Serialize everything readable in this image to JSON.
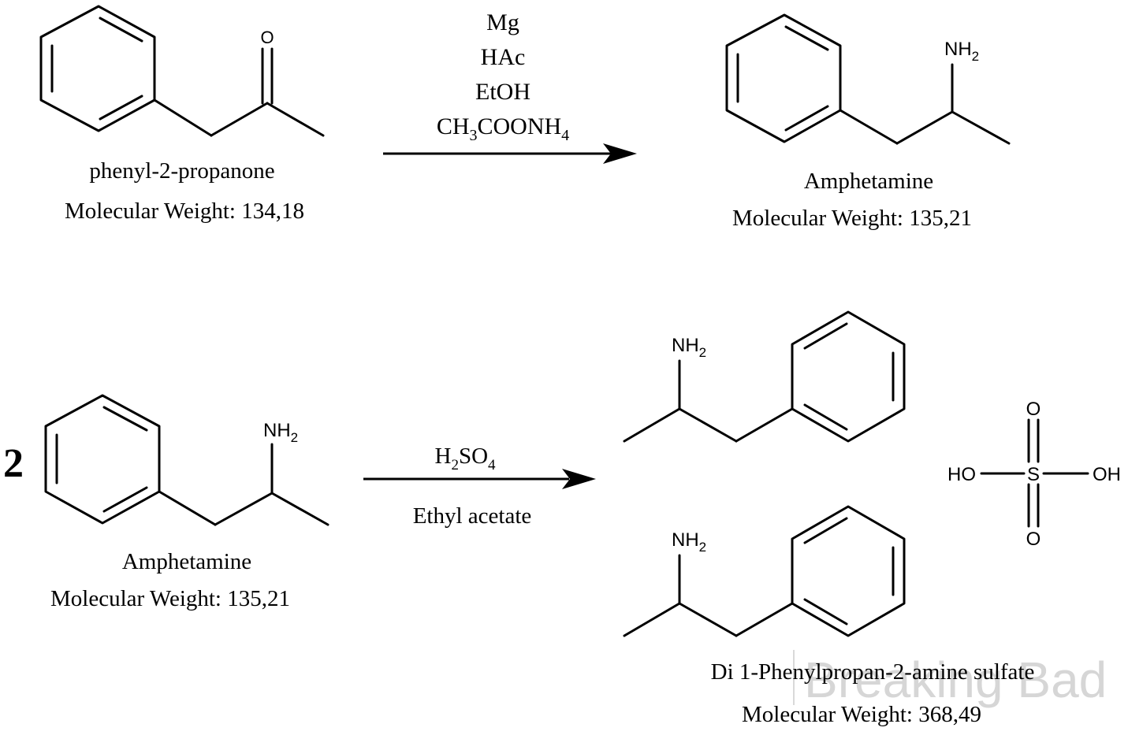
{
  "reaction1": {
    "reagents": [
      "Mg",
      "HAc",
      "EtOH"
    ],
    "reagent4": {
      "a": "CH",
      "sub1": "3",
      "b": "COONH",
      "sub2": "4"
    },
    "reactant": {
      "name": "phenyl-2-propanone",
      "mw": "Molecular Weight: 134,18",
      "atom_o": "O"
    },
    "product": {
      "name": "Amphetamine",
      "mw": "Molecular Weight: 135,21",
      "atom_n": "NH",
      "atom_n_sub": "2"
    }
  },
  "reaction2": {
    "coefficient": "2",
    "reagent_above": {
      "a": "H",
      "sub1": "2",
      "b": "SO",
      "sub2": "4"
    },
    "reagent_below": "Ethyl acetate",
    "reactant": {
      "name": "Amphetamine",
      "mw": "Molecular Weight: 135,21",
      "atom_n": "NH",
      "atom_n_sub": "2"
    },
    "product": {
      "name": "Di 1-Phenylpropan-2-amine sulfate",
      "mw": "Molecular Weight: 368,49",
      "atom_n": "NH",
      "atom_n_sub": "2",
      "sulfate": {
        "s": "S",
        "o": "O",
        "oh_left": "HO",
        "oh_right": "OH"
      }
    }
  },
  "watermark": "Breaking Bad"
}
